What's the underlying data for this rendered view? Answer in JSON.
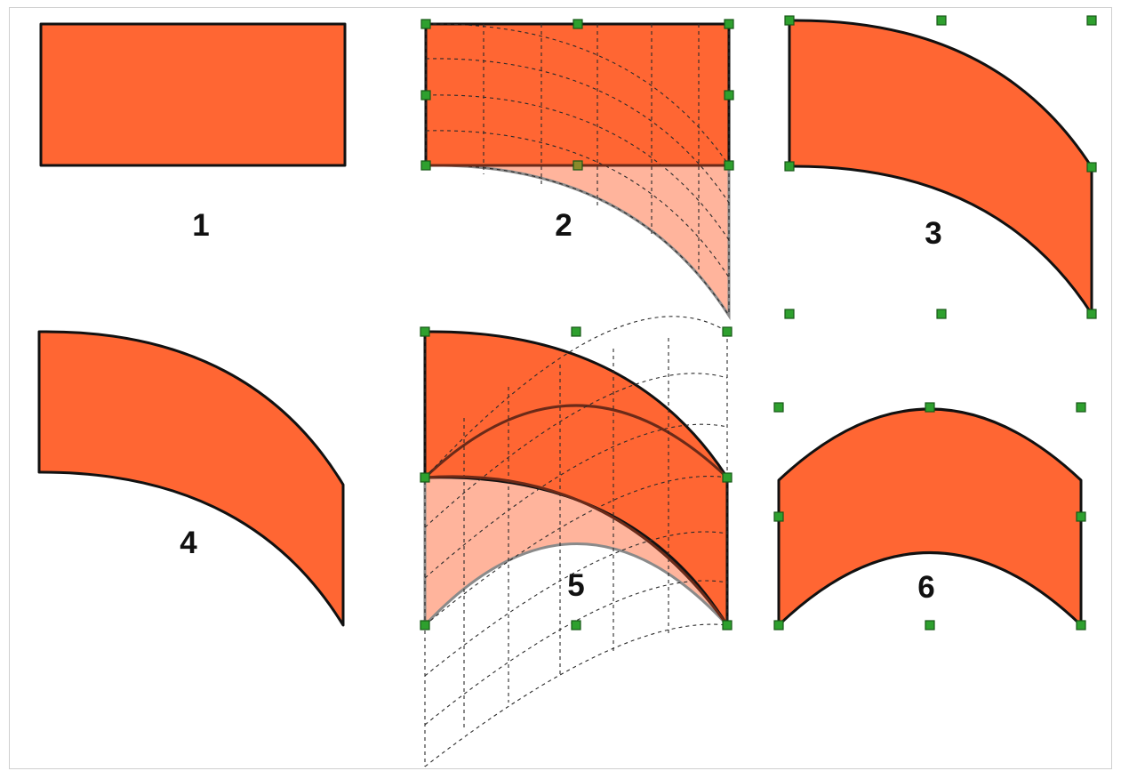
{
  "colors": {
    "shape_fill": "#ff6633",
    "ghost_fill": "#ffb49c",
    "outline": "#111111",
    "handle": "#2ea02e",
    "grid": "#2b2b2b",
    "dark_curve": "#6b2a18"
  },
  "panels": [
    {
      "id": "rectangle",
      "label": "1"
    },
    {
      "id": "warp-with-grid",
      "label": "2"
    },
    {
      "id": "warped-result",
      "label": "3"
    },
    {
      "id": "warped-no-handles",
      "label": "4"
    },
    {
      "id": "double-warp-with-grid",
      "label": "5"
    },
    {
      "id": "arch-result",
      "label": "6"
    }
  ],
  "icons": {
    "handle": "square-handle-icon"
  }
}
